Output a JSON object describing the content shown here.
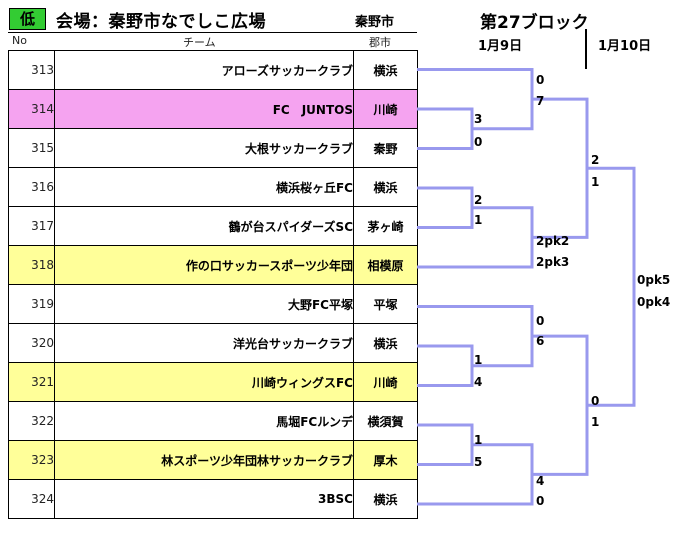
{
  "header": {
    "badge": "低",
    "venue": "会場：秦野市なでしこ広場",
    "venue_city": "秦野市",
    "block": "第27ブロック",
    "date1": "1月9日",
    "date2": "1月10日"
  },
  "columns": {
    "no": "No",
    "team": "チーム",
    "pref": "郡市"
  },
  "teams": [
    {
      "no": "313",
      "name": "アローズサッカークラブ",
      "pref": "横浜",
      "hl": "none"
    },
    {
      "no": "314",
      "name": "FC　JUNTOS",
      "pref": "川崎",
      "hl": "pink"
    },
    {
      "no": "315",
      "name": "大根サッカークラブ",
      "pref": "秦野",
      "hl": "none"
    },
    {
      "no": "316",
      "name": "横浜桜ヶ丘FC",
      "pref": "横浜",
      "hl": "none"
    },
    {
      "no": "317",
      "name": "鶴が台スパイダーズSC",
      "pref": "茅ヶ崎",
      "hl": "none"
    },
    {
      "no": "318",
      "name": "作の口サッカースポーツ少年団",
      "pref": "相模原",
      "hl": "yellow"
    },
    {
      "no": "319",
      "name": "大野FC平塚",
      "pref": "平塚",
      "hl": "none"
    },
    {
      "no": "320",
      "name": "洋光台サッカークラブ",
      "pref": "横浜",
      "hl": "none"
    },
    {
      "no": "321",
      "name": "川崎ウィングスFC",
      "pref": "川崎",
      "hl": "yellow"
    },
    {
      "no": "322",
      "name": "馬堀FCルンデ",
      "pref": "横須賀",
      "hl": "none"
    },
    {
      "no": "323",
      "name": "林スポーツ少年団林サッカークラブ",
      "pref": "厚木",
      "hl": "yellow"
    },
    {
      "no": "324",
      "name": "3BSC",
      "pref": "横浜",
      "hl": "none"
    }
  ],
  "scores": {
    "r1_314_315": [
      "3",
      "0"
    ],
    "r1_316_317": [
      "2",
      "1"
    ],
    "r1_320_321": [
      "1",
      "4"
    ],
    "r1_322_323": [
      "1",
      "5"
    ],
    "r2_313_a": [
      "0",
      "7"
    ],
    "r2_a_318": [
      "2pk2",
      "2pk3"
    ],
    "r2_319_b": [
      "0",
      "6"
    ],
    "r2_c_324": [
      "4",
      "0"
    ],
    "sf_top": [
      "2",
      "1"
    ],
    "sf_bottom": [
      "0",
      "1"
    ],
    "final": [
      "0pk5",
      "0pk4"
    ]
  },
  "colors": {
    "line": "#9999ee",
    "pink": "#f5a3f0",
    "yellow": "#ffff99",
    "badge": "#33cc33"
  }
}
